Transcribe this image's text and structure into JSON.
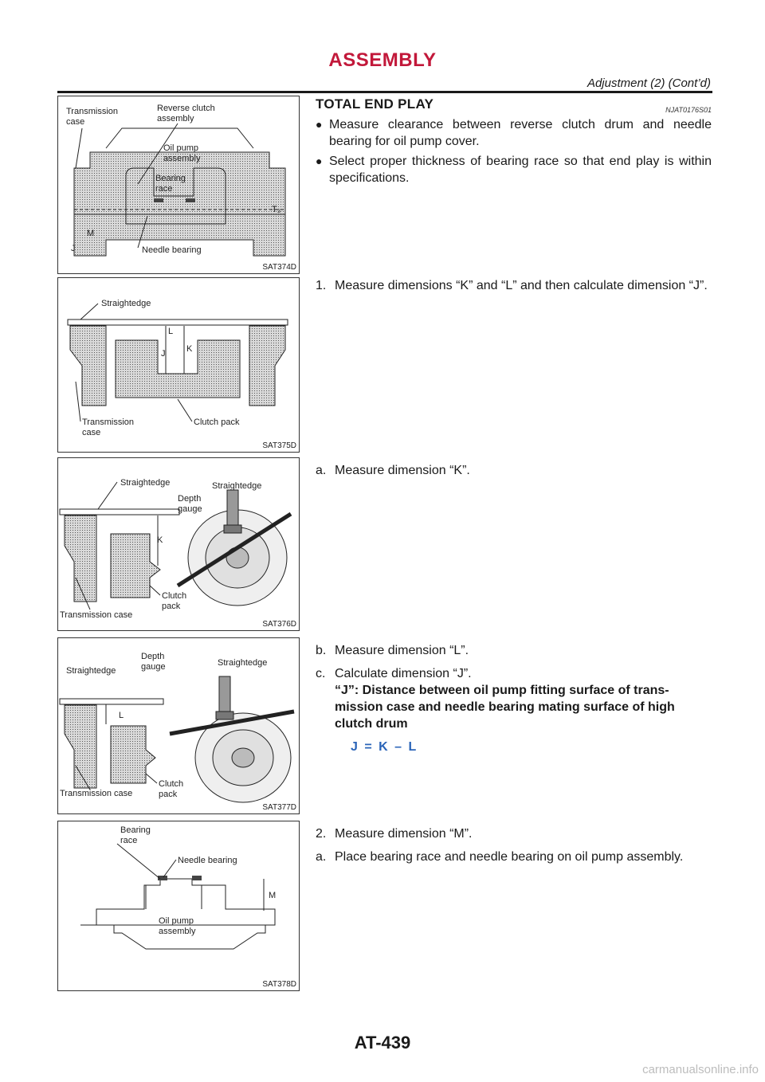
{
  "header": {
    "title": "ASSEMBLY",
    "subtitle": "Adjustment (2) (Cont’d)"
  },
  "section": {
    "title": "TOTAL END PLAY",
    "ref_code": "NJAT0176S01",
    "bullets": [
      "Measure clearance between reverse clutch drum and needle bearing for oil pump cover.",
      "Select proper thickness of bearing race so that end play is within specifications."
    ]
  },
  "steps": {
    "s1": {
      "num": "1.",
      "text": "Measure dimensions “K” and “L” and then calculate dimension “J”."
    },
    "s1a": {
      "num": "a.",
      "text": "Measure dimension “K”."
    },
    "s1b": {
      "num": "b.",
      "text": "Measure dimension “L”."
    },
    "s1c": {
      "num": "c.",
      "text": "Calculate dimension “J”."
    },
    "j_def": "“J”: Distance between oil pump fitting surface of trans-mission case and needle bearing mating surface of high clutch drum",
    "formula": "J = K – L",
    "s2": {
      "num": "2.",
      "text": "Measure dimension “M”."
    },
    "s2a": {
      "num": "a.",
      "text": "Place bearing race and needle bearing on oil pump assembly."
    }
  },
  "figures": {
    "f1": {
      "id": "SAT374D",
      "labels": {
        "transmission": "Transmission",
        "case": "case",
        "reverse": "Reverse clutch",
        "assembly": "assembly",
        "oil_pump": "Oil pump",
        "oil_pump2": "assembly",
        "bearing": "Bearing",
        "race": "race",
        "needle": "Needle bearing",
        "t3": "T₃",
        "j": "J",
        "m": "M"
      }
    },
    "f2": {
      "id": "SAT375D",
      "labels": {
        "straightedge": "Straightedge",
        "l": "L",
        "j": "J",
        "k": "K",
        "transmission": "Transmission",
        "case": "case",
        "clutch": "Clutch pack"
      }
    },
    "f3": {
      "id": "SAT376D",
      "labels": {
        "straightedge": "Straightedge",
        "straightedge2": "Straightedge",
        "depth": "Depth",
        "gauge": "gauge",
        "k": "K",
        "clutch": "Clutch",
        "pack": "pack",
        "tcase": "Transmission case"
      }
    },
    "f4": {
      "id": "SAT377D",
      "labels": {
        "straightedge": "Straightedge",
        "straightedge2": "Straightedge",
        "depth": "Depth",
        "gauge": "gauge",
        "l": "L",
        "clutch": "Clutch",
        "pack": "pack",
        "tcase": "Transmission case"
      }
    },
    "f5": {
      "id": "SAT378D",
      "labels": {
        "bearing": "Bearing",
        "race": "race",
        "needle": "Needle bearing",
        "m": "M",
        "oil_pump": "Oil pump",
        "assembly": "assembly"
      }
    }
  },
  "footer": {
    "page": "AT-439",
    "watermark": "carmanualsonline.info"
  }
}
